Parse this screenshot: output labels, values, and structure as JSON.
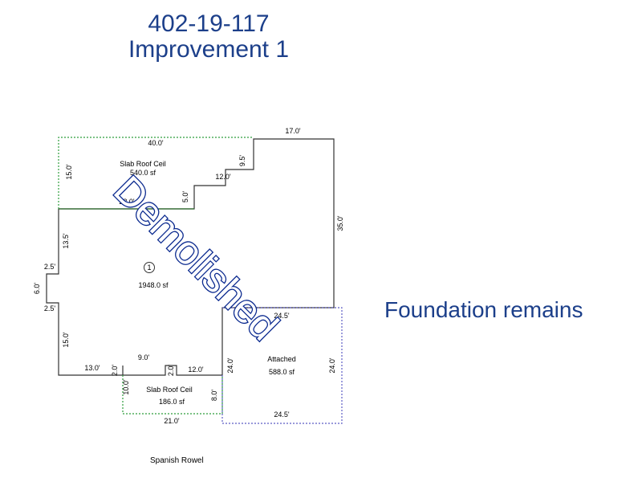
{
  "header": {
    "parcel_id": "402-19-117",
    "improvement": "Improvement 1"
  },
  "note": "Foundation remains",
  "stamp": "Demolished",
  "subtitle": "Spanish Rowel",
  "colors": {
    "title": "#1c3f8a",
    "stamp_outline": "#0b2a8f",
    "main_outline": "#333333",
    "slab_outline": "#2e9e3c",
    "attached_outline": "#5c5cc4"
  },
  "areas": {
    "slab_top": {
      "name": "Slab Roof Ceil",
      "area": "540.0 sf"
    },
    "main": {
      "marker": "1",
      "area": "1948.0 sf"
    },
    "slab_bottom": {
      "name": "Slab Roof Ceil",
      "area": "186.0 sf"
    },
    "attached": {
      "name": "Attached",
      "area": "588.0 sf"
    }
  },
  "dims": {
    "top_40": "40.0'",
    "top_17": "17.0'",
    "left_15_top": "15.0'",
    "step_95": "9.5'",
    "step_120_top": "12.0'",
    "step_50": "5.0'",
    "seg_280": "28.0'",
    "right_350": "35.0'",
    "left_135": "13.5'",
    "notch_25_a": "2.5'",
    "notch_60": "6.0'",
    "notch_25_b": "2.5'",
    "left_15_bottom": "15.0'",
    "att_top_245": "24.5'",
    "att_left_240": "24.0'",
    "att_right_240": "24.0'",
    "att_bottom_245": "24.5'",
    "bot_130": "13.0'",
    "bot_20_a": "2.0'",
    "bot_90": "9.0'",
    "bot_20_b": "2.0'",
    "bot_120": "12.0'",
    "slab_100": "10.0'",
    "slab_80": "8.0'",
    "slab_210": "21.0'"
  }
}
